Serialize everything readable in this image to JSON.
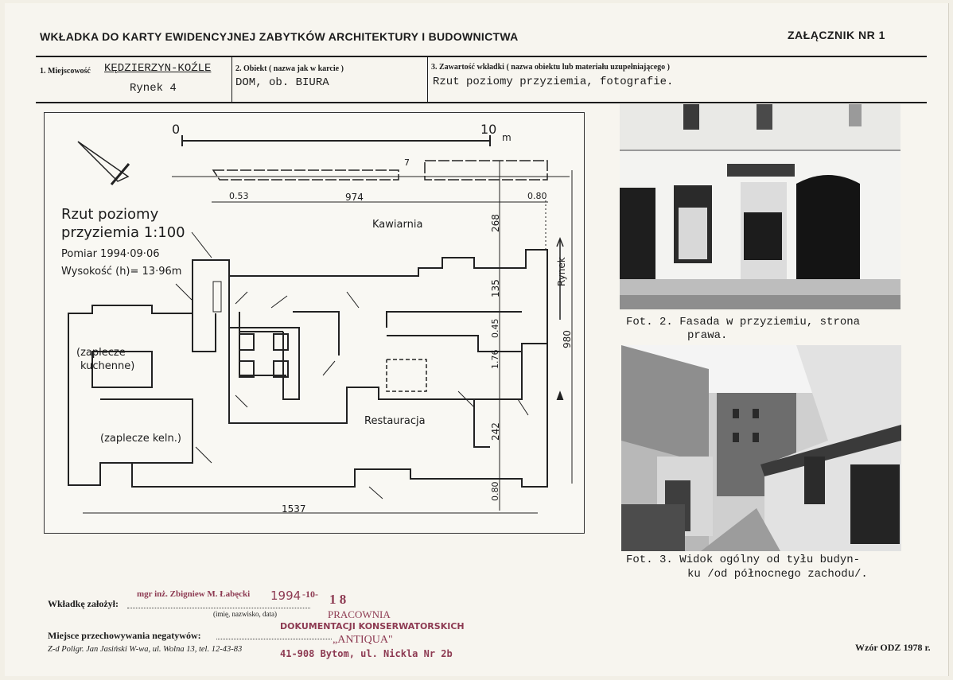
{
  "header": {
    "title": "WKŁADKA DO KARTY EWIDENCYJNEJ ZABYTKÓW ARCHITEKTURY I BUDOWNICTWA",
    "annex": "ZAŁĄCZNIK NR 1"
  },
  "fields": {
    "f1_label": "1. Miejscowość",
    "f1_value": "KĘDZIERZYN-KOŹLE",
    "f1_address": "Rynek 4",
    "f2_label": "2. Obiekt ( nazwa jak w karcie )",
    "f2_value": "DOM, ob. BIURA",
    "f3_label": "3. Zawartość wkładki ( nazwa obiektu lub materiału uzupełniającego )",
    "f3_value": "Rzut poziomy przyziemia, fotografie."
  },
  "plan": {
    "title_line1": "Rzut poziomy",
    "title_line2": "przyziemia 1:100",
    "survey": "Pomiar 1994·09·06",
    "height": "Wysokość (h)= 13·96m",
    "scale_start": "0",
    "scale_end": "10",
    "scale_unit": "m",
    "rooms": {
      "kawiarnia": "Kawiarnia",
      "restauracja": "Restauracja",
      "zaplecze_kuchenne_1": "(zaplecze",
      "zaplecze_kuchenne_2": "kuchenne)",
      "zaplecze_keln": "(zaplecze keln.)",
      "rynek": "Rynek"
    },
    "dims": {
      "d053": "0.53",
      "d974": "974",
      "d080_top": "0.80",
      "d268": "268",
      "d135": "135",
      "d045": "0.45",
      "d176": "1.76",
      "d242": "242",
      "d080_bot": "0.80",
      "d980": "980",
      "d1537": "1537",
      "door7": "7"
    }
  },
  "photos": {
    "cap2_line1": "Fot. 2. Fasada w przyziemiu, strona",
    "cap2_line2": "prawa.",
    "cap3_line1": "Fot. 3. Widok ogólny od tyłu budyn-",
    "cap3_line2": "ku /od północnego zachodu/."
  },
  "footer": {
    "created_label": "Wkładkę założył:",
    "created_hint": "(imię, nazwisko, data)",
    "author": "mgr inż. Zbigniew M. Łabęcki",
    "date_year": "1994",
    "date_month": "-10-",
    "date_day": "1 8",
    "negatives_label": "Miejsce przechowywania negatywów:",
    "stamp_line1": "PRACOWNIA",
    "stamp_line2": "DOKUMENTACJI KONSERWATORSKICH",
    "stamp_line3": "„ANTIQUA\"",
    "stamp_line4": "41-908 Bytom, ul. Nickla Nr 2b",
    "printer": "Z-d Poligr. Jan Jasiński W-wa, ul. Wolna 13, tel. 12-43-83",
    "form_id": "Wzór ODZ 1978 r."
  }
}
